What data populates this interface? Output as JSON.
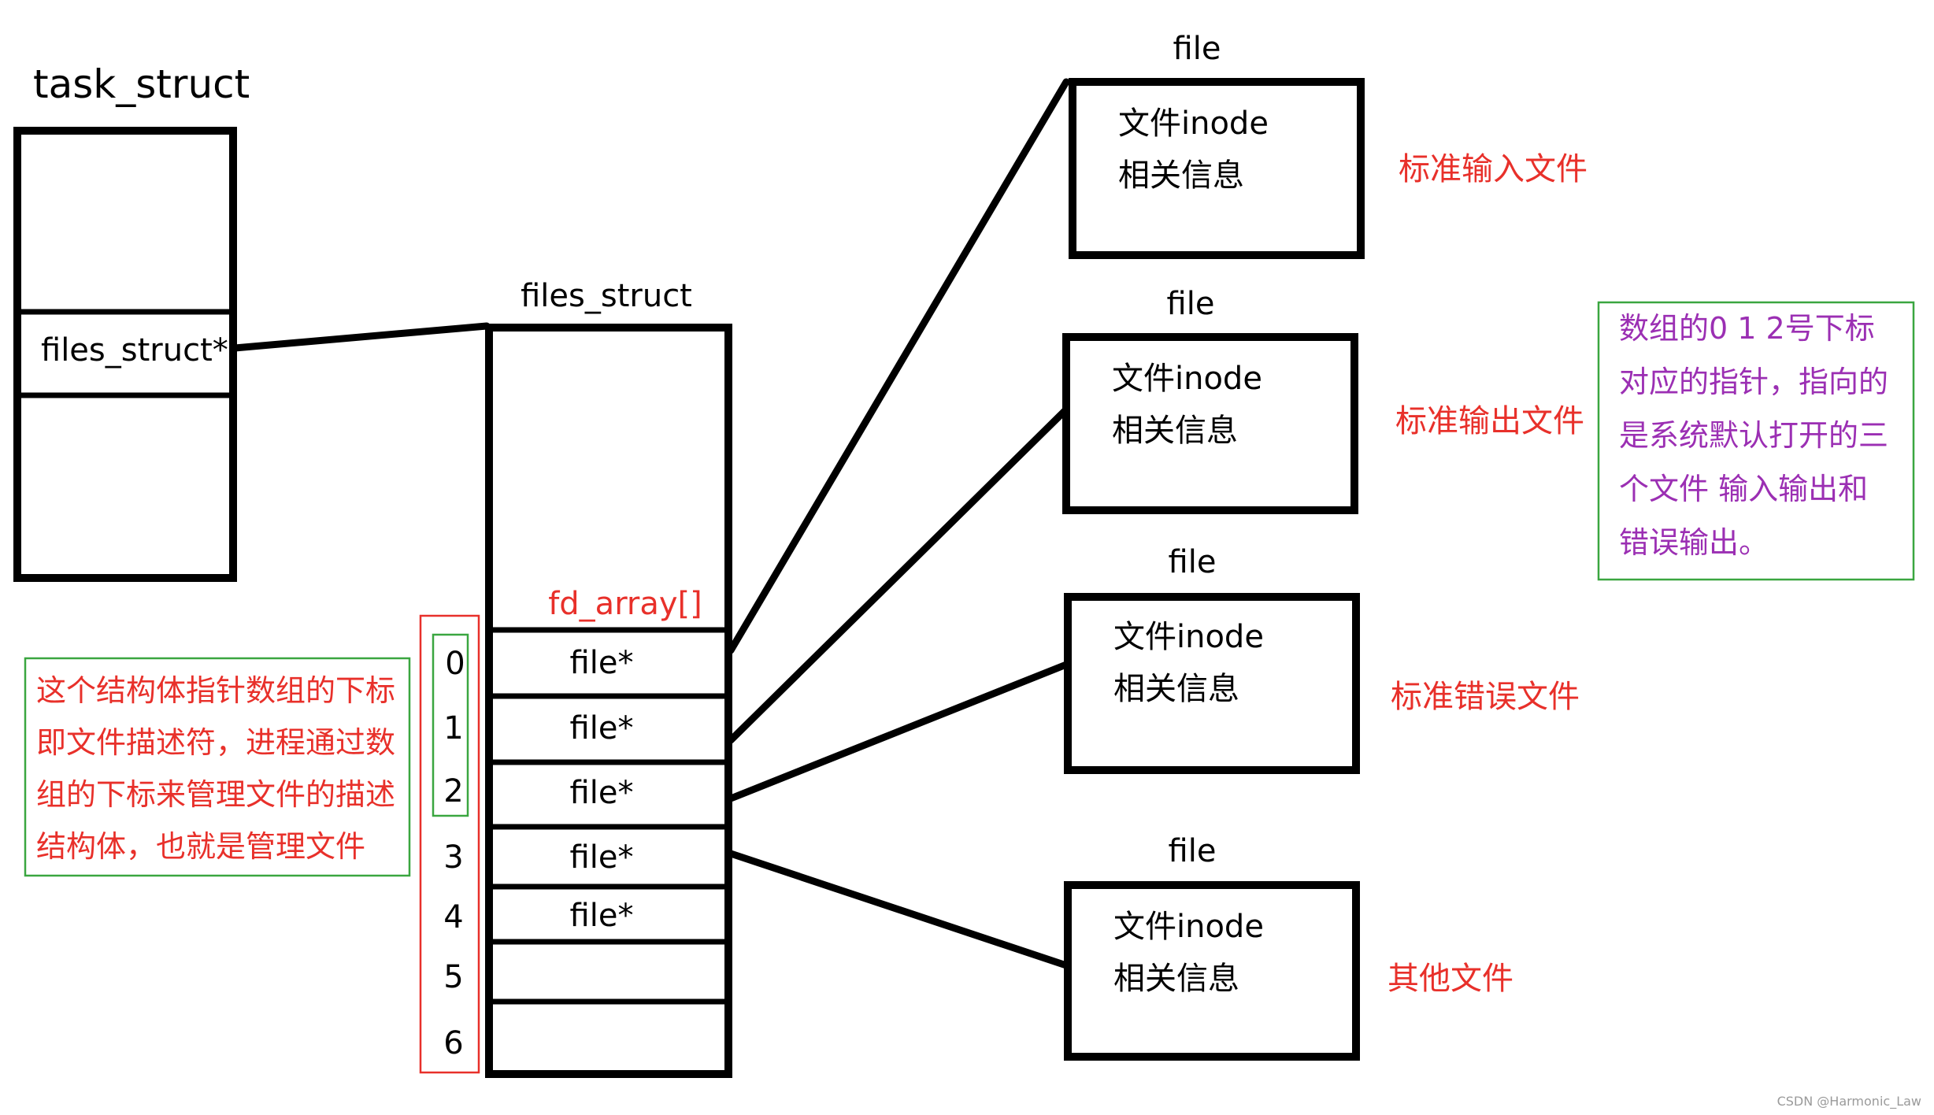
{
  "task_struct": {
    "title": "task_struct",
    "field": "files_struct*"
  },
  "files_struct": {
    "title": "files_struct",
    "array_label": "fd_array[]",
    "entries": [
      "file*",
      "file*",
      "file*",
      "file*",
      "file*",
      "",
      ""
    ],
    "indices": [
      "0",
      "1",
      "2",
      "3",
      "4",
      "5",
      "6"
    ]
  },
  "files": [
    {
      "title": "file",
      "line1": "文件inode",
      "line2": "相关信息",
      "desc": "标准输入文件"
    },
    {
      "title": "file",
      "line1": "文件inode",
      "line2": "相关信息",
      "desc": "标准输出文件"
    },
    {
      "title": "file",
      "line1": "文件inode",
      "line2": "相关信息",
      "desc": "标准错误文件"
    },
    {
      "title": "file",
      "line1": "文件inode",
      "line2": "相关信息",
      "desc": "其他文件"
    }
  ],
  "left_note": {
    "lines": [
      "这个结构体指针数组的下标",
      "即文件描述符，进程通过数",
      "组的下标来管理文件的描述",
      "结构体，也就是管理文件"
    ]
  },
  "right_note": {
    "lines": [
      "数组的0 1 2号下标",
      "对应的指针，指向的",
      "是系统默认打开的三",
      "个文件 输入输出和",
      "错误输出。"
    ]
  },
  "watermark": "CSDN @Harmonic_Law",
  "colors": {
    "line": "#000000",
    "red_text": "#e8302a",
    "purple_text": "#9b2fb3",
    "green_border": "#3aa640"
  }
}
